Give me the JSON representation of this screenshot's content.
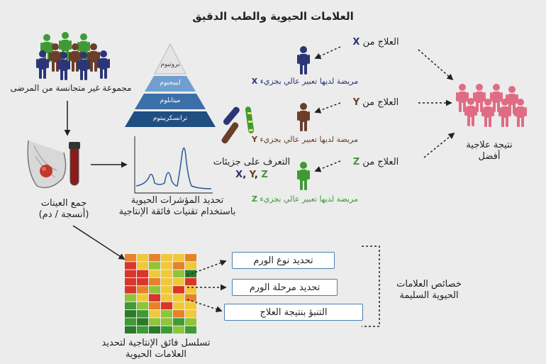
{
  "title": "العلامات الحيوية والطب الدقيق",
  "labels": {
    "patients_group": "مجموعة غير متجانسة من المرضى",
    "sample_collection": "جمع العينات\n(أنسجة / دم)",
    "biomarker_id": "تحديد المؤشرات الحيوية\nباستخدام تقنيات فائقة الإنتاجية",
    "molecule_recognition": "التعرف على جزيئات",
    "molecules": "X, Y, Z",
    "sequencing": "تسلسل فائق الإنتاجية لتحديد\nالعلامات الحيوية",
    "better_outcome": "نتيجة علاجية\nأفضل",
    "properties": "خصائص العلامات\nالحيوية السليمة"
  },
  "pyramid": [
    "بروتيوم",
    "ايبيجنوم",
    "ميتابلوم",
    "ترانسكريبتوم"
  ],
  "treatments": [
    {
      "treatment": "العلاج من",
      "letter": "X",
      "patient": "مريضة لديها تعبير عالي بجزيء",
      "color": "#2b3577"
    },
    {
      "treatment": "العلاج من",
      "letter": "Y",
      "patient": "مريضة لديها تعبير عالي بجزيء",
      "color": "#6b3e2a"
    },
    {
      "treatment": "العلاج من",
      "letter": "Z",
      "patient": "مريضة لديها تعبير عالي بجزيء",
      "color": "#3f9a35"
    }
  ],
  "boxes": [
    "تحديد نوع الورم",
    "تحديد مرحلة الورم",
    "التنبؤ بنتيجة العلاج"
  ],
  "colors": {
    "arrow": "#222222",
    "box_border": "#4a7fb0",
    "pyramid": [
      "#e4e4e4",
      "#6f9fcf",
      "#3b6fa8",
      "#1f4e80"
    ],
    "person_green": "#3f9a35",
    "person_brown": "#6b3e2a",
    "person_navy": "#2b3577",
    "person_pink": "#e06c83"
  }
}
